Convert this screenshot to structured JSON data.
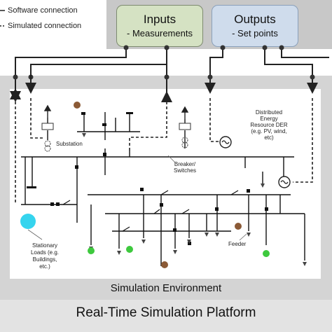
{
  "legend": {
    "software": "Software connection",
    "simulated": "Simulated connection"
  },
  "inputs": {
    "title": "Inputs",
    "subtitle": "- Measurements"
  },
  "outputs": {
    "title": "Outputs",
    "subtitle": "- Set points"
  },
  "labels": {
    "substation": "Substation",
    "breaker_l1": "Breaker/",
    "breaker_l2": "Switches",
    "der_l1": "Distributed",
    "der_l2": "Energy",
    "der_l3": "Resource DER",
    "der_l4": "(e.g. PV, wind,",
    "der_l5": "etc)",
    "loads_l1": "Stationary",
    "loads_l2": "Loads (e.g.",
    "loads_l3": "Buildings,",
    "loads_l4": "etc.)",
    "feeder": "Feeder"
  },
  "simulation_environment": "Simulation Environment",
  "platform": "Real-Time Simulation Platform",
  "colors": {
    "inputs_box": "#d5e2c3",
    "outputs_box": "#cfdcec",
    "load_cyan": "#35d4ee",
    "load_green": "#3ec93e",
    "load_brown": "#8b5a36"
  }
}
